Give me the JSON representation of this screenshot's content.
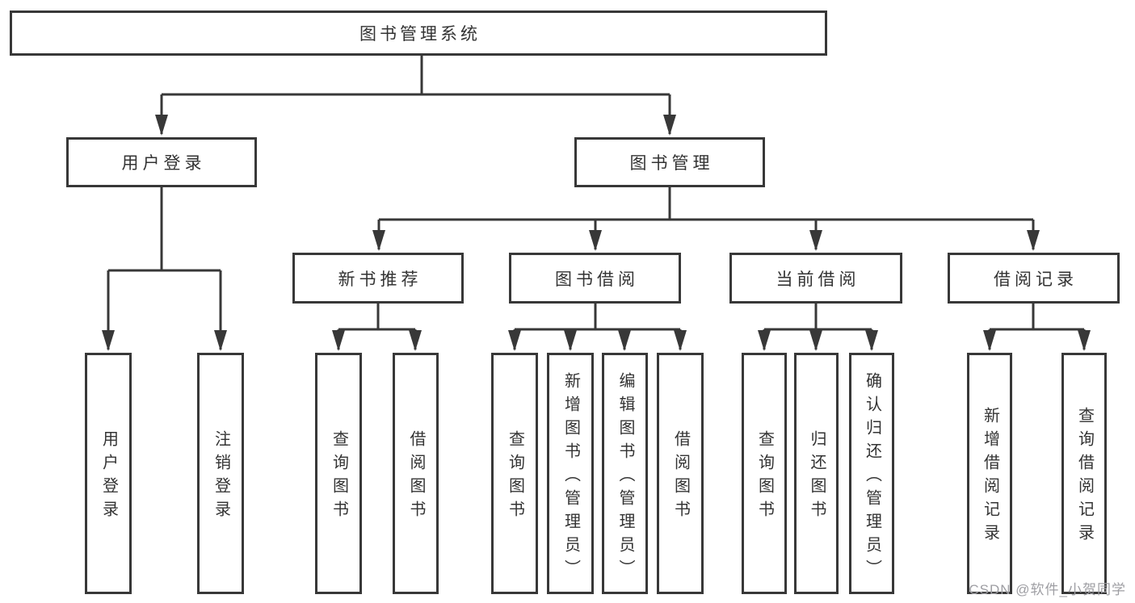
{
  "nodes": {
    "root": "图书管理系统",
    "branches": [
      "用户登录",
      "图书管理"
    ],
    "sections": [
      "新书推荐",
      "图书借阅",
      "当前借阅",
      "借阅记录"
    ],
    "leaves": [
      "用户登录",
      "注销登录",
      "查询图书",
      "借阅图书",
      "查询图书",
      "新增图书（管理员）",
      "编辑图书（管理员）",
      "借阅图书",
      "查询图书",
      "归还图书",
      "确认归还（管理员）",
      "新增借阅记录",
      "查询借阅记录"
    ]
  },
  "watermark": "CSDN @软件_小贺同学",
  "colors": {
    "line": "#383838",
    "text": "#333333",
    "watermark": "#9e9ea3",
    "background": "#ffffff"
  }
}
